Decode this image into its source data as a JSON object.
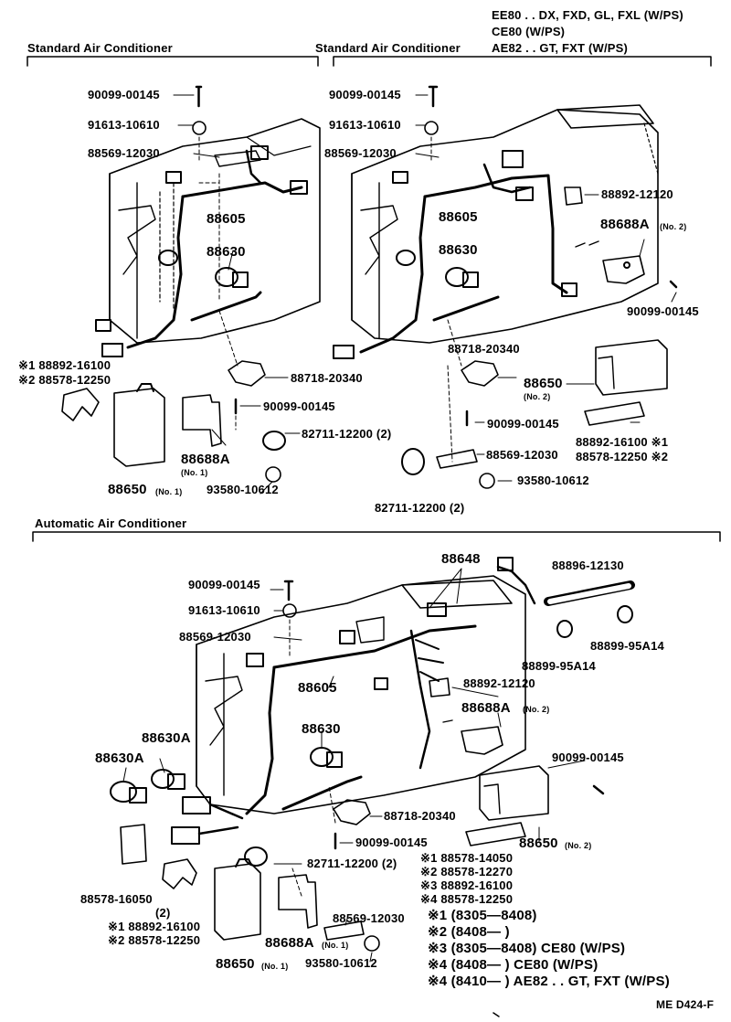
{
  "header": {
    "line1": "EE80 . . DX, FXD, GL, FXL (W/PS)",
    "line2": "CE80 (W/PS)",
    "line3": "AE82 . . GT, FXT (W/PS)"
  },
  "sections": {
    "left_title": "Standard Air Conditioner",
    "right_title": "Standard Air Conditioner",
    "bottom_title": "Automatic Air Conditioner"
  },
  "left": {
    "p1": "90099-00145",
    "p2": "91613-10610",
    "p3": "88569-12030",
    "p4": "88605",
    "p5": "88630",
    "p6a": "※1 88892-16100",
    "p6b": "※2 88578-12250",
    "p7": "88718-20340",
    "p8": "90099-00145",
    "p9": "82711-12200 (2)",
    "p10": "88688A",
    "p10n": "(No. 1)",
    "p11": "88650",
    "p11n": "(No. 1)",
    "p12": "93580-10612"
  },
  "right": {
    "p1": "90099-00145",
    "p2": "91613-10610",
    "p3": "88569-12030",
    "p4": "88605",
    "p5": "88630",
    "p6": "88892-12120",
    "p7": "88688A",
    "p7n": "(No. 2)",
    "p8": "90099-00145",
    "p9": "88718-20340",
    "p10": "88650",
    "p10n": "(No. 2)",
    "p11": "90099-00145",
    "p12a": "88892-16100 ※1",
    "p12b": "88578-12250 ※2",
    "p13": "88569-12030",
    "p14": "93580-10612",
    "p15": "82711-12200 (2)"
  },
  "auto": {
    "p1": "90099-00145",
    "p2": "91613-10610",
    "p3": "88569-12030",
    "p4": "88648",
    "p5": "88896-12130",
    "p6": "88899-95A14",
    "p7": "88899-95A14",
    "p8": "88605",
    "p9": "88892-12120",
    "p10": "88630A",
    "p11": "88630A",
    "p12": "88630",
    "p13": "88688A",
    "p13n": "(No. 2)",
    "p14": "90099-00145",
    "p15": "88718-20340",
    "p16": "90099-00145",
    "p17": "88650",
    "p17n": "(No. 2)",
    "p18": "82711-12200 (2)",
    "n1": "※1 88578-14050",
    "n2": "※2 88578-12270",
    "n3": "※3 88892-16100",
    "n4": "※4 88578-12250",
    "p19": "88578-16050",
    "p19b": "(2)",
    "p20a": "※1  88892-16100",
    "p20b": "※2  88578-12250",
    "p21": "88569-12030",
    "p22": "88688A",
    "p22n": "(No. 1)",
    "p23": "88650",
    "p23n": "(No. 1)",
    "p24": "93580-10612"
  },
  "notes": {
    "r1": "※1 (8305—8408)",
    "r2": "※2 (8408—         )",
    "r3": "※3 (8305—8408) CE80 (W/PS)",
    "r4": "※4 (8408—         ) CE80 (W/PS)",
    "r5": "※4 (8410—         ) AE82 . . GT, FXT (W/PS)"
  },
  "footer": {
    "code": "ME D424-F"
  }
}
